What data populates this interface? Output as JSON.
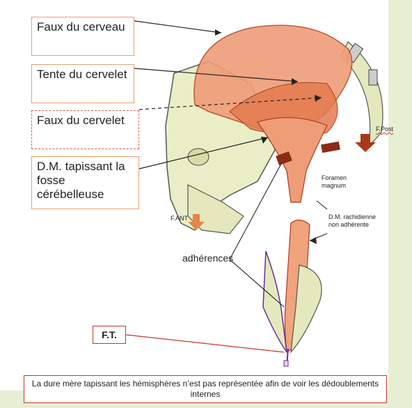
{
  "labels": {
    "faux_cerveau": "Faux du cerveau",
    "tente_cervelet": "Tente du cervelet",
    "faux_cervelet": "Faux du cervelet",
    "dm_fosse": "D.M. tapissant la fosse cérébelleuse",
    "f_post": "F.Post",
    "foramen": "Foramen magnum",
    "f_ant": "F.ANT",
    "dm_rachidienne": "D.M. rachidienne non adhérente",
    "adherences": "adhérences",
    "ft": "F.T."
  },
  "caption": "La dure mère tapissant les hémisphères n’est pas représentée afin de voir les dédoublements internes",
  "colors": {
    "dura": "#e8835a",
    "dura_dark": "#c0392b",
    "bone": "#e9eec4",
    "arrow": "#a83a1c",
    "box_border": "#e8a070"
  }
}
